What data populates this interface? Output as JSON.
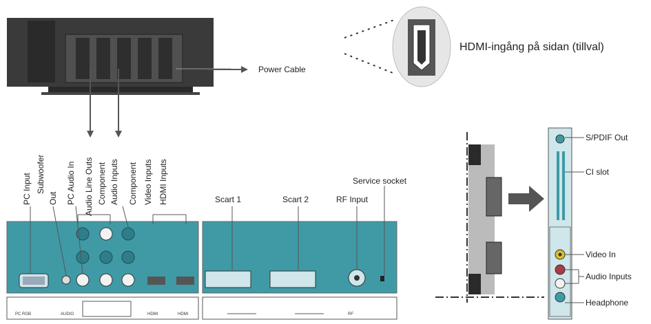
{
  "colors": {
    "panel_teal": "#3f9aa6",
    "panel_light": "#cfe6ea",
    "tv_dark": "#3a3a3a",
    "jack_red": "#a83b44",
    "jack_yellow": "#d8c02a",
    "jack_white": "#f2f2f2"
  },
  "top": {
    "power_cable": "Power Cable",
    "hdmi_side": "HDMI-ingång på sidan (tillval)"
  },
  "rear_labels": {
    "pc_input": "PC Input",
    "subwoofer": "Subwoofer",
    "subwoofer_out": "Out",
    "pc_audio_in": "PC Audio In",
    "audio_line_outs": "Audio Line Outs",
    "component_1": "Component",
    "audio_inputs": "Audio Inputs",
    "component_2": "Component",
    "video_inputs": "Video Inputs",
    "hdmi_inputs": "HDMI Inputs"
  },
  "right_rear_labels": {
    "scart1": "Scart 1",
    "scart2": "Scart 2",
    "rf_input": "RF Input",
    "service_socket": "Service socket"
  },
  "side_panel": {
    "spdif_out": "S/PDIF Out",
    "ci_slot": "CI slot",
    "video_in": "Video In",
    "audio_inputs": "Audio Inputs",
    "headphone": "Headphone"
  },
  "icons": {
    "arrow": "arrow-right-icon",
    "hdmi_port": "hdmi-port-icon"
  }
}
